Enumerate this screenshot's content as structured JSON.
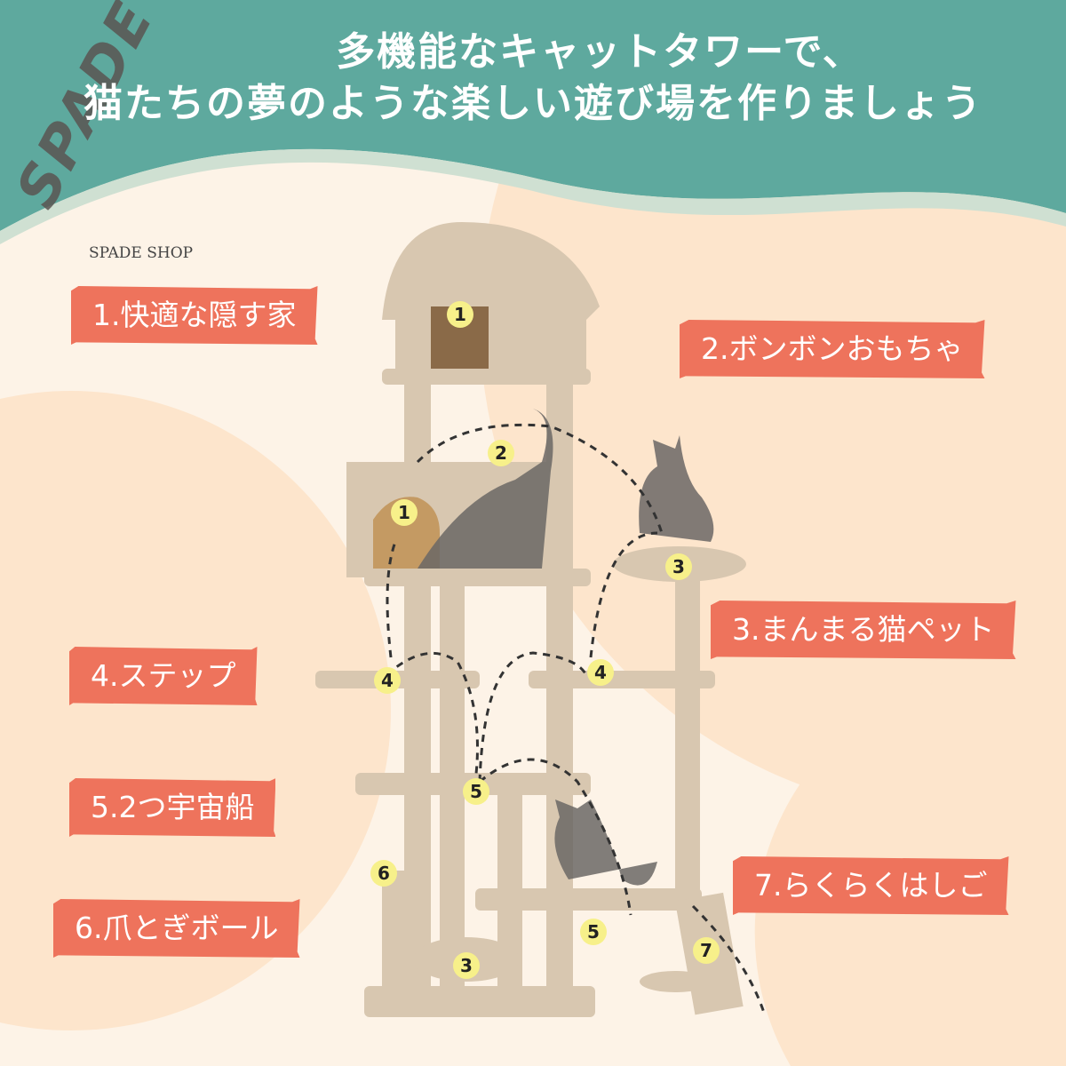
{
  "header": {
    "line1": "多機能なキャットタワーで、",
    "line2": "猫たちの夢のような楽しい遊び場を作りましょう"
  },
  "brand": {
    "logo": "SPADE",
    "shop": "SPADE SHOP"
  },
  "features": [
    {
      "label": "1.快適な隠す家"
    },
    {
      "label": "2.ボンボンおもちゃ"
    },
    {
      "label": "3.まんまる猫ペット"
    },
    {
      "label": "4.ステップ"
    },
    {
      "label": "5.2つ宇宙船"
    },
    {
      "label": "6.爪とぎボール"
    },
    {
      "label": "7.らくらくはしご"
    }
  ],
  "markers": [
    "1",
    "1",
    "2",
    "3",
    "4",
    "4",
    "5",
    "5",
    "6",
    "3",
    "7"
  ],
  "colors": {
    "header": "#5ea99e",
    "label": "#ee735c",
    "background": "#fdf3e7",
    "marker": "#f7f08a"
  }
}
